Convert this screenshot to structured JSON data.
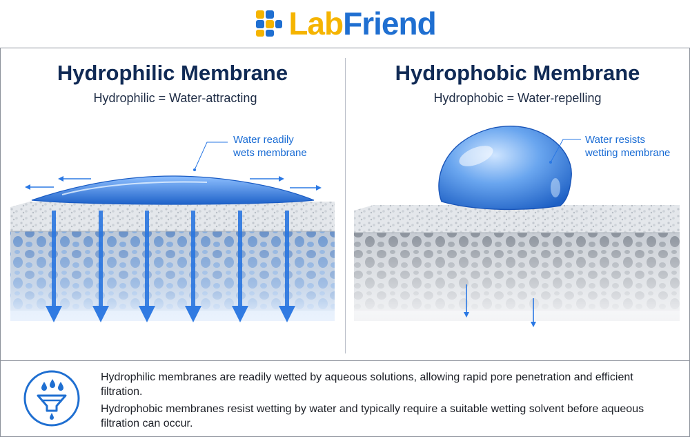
{
  "brand": {
    "part1": "Lab",
    "part2": "Friend"
  },
  "panels": [
    {
      "title": "Hydrophilic Membrane",
      "subtitle": "Hydrophilic = Water-attracting",
      "callout_line1": "Water readily",
      "callout_line2": "wets membrane"
    },
    {
      "title": "Hydrophobic Membrane",
      "subtitle": "Hydrophobic = Water-repelling",
      "callout_line1": "Water resists",
      "callout_line2": "wetting membrane"
    }
  ],
  "footer": {
    "paragraph1": "Hydrophilic membranes are readily wetted by aqueous solutions, allowing rapid pore penetration and efficient filtration.",
    "paragraph2": "Hydrophobic membranes resist wetting by water and typically require a suitable wetting solvent before aqueous filtration can occur."
  },
  "colors": {
    "brand_yellow": "#f5b400",
    "brand_blue": "#1f6fd1",
    "title_navy": "#102a55",
    "water_blue": "#2f7de0"
  },
  "icons": [
    "labfriend-logo-icon",
    "water-drops-funnel-icon"
  ]
}
